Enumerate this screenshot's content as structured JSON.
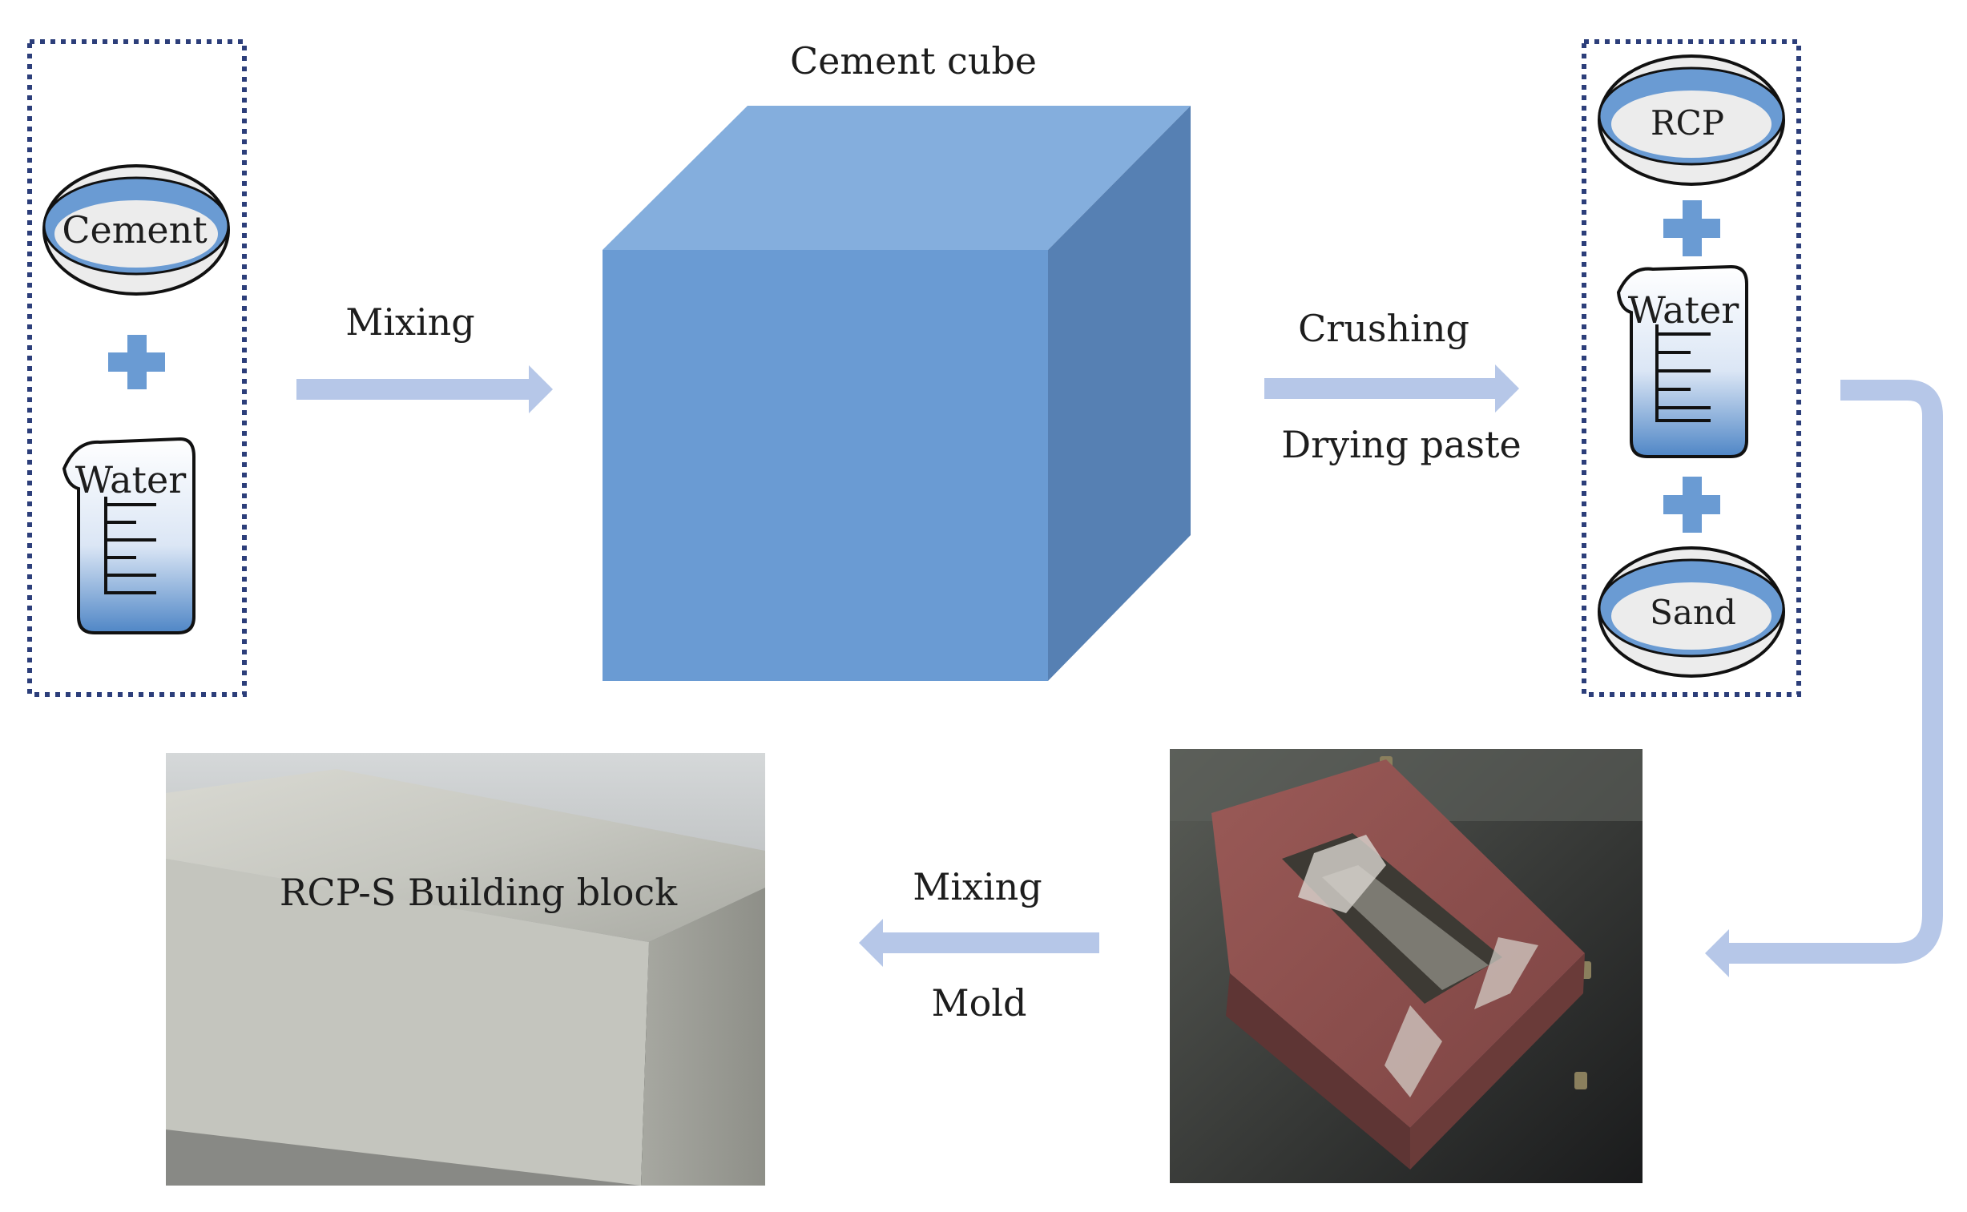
{
  "title": "Cement cube",
  "left_group": {
    "items": [
      "Cement",
      "Water"
    ]
  },
  "right_group": {
    "items": [
      "RCP",
      "Water",
      "Sand"
    ]
  },
  "arrows": {
    "mixing_top": "Mixing",
    "crushing": "Crushing",
    "drying": "Drying paste",
    "mixing_bottom": "Mixing",
    "mold": "Mold"
  },
  "photos": {
    "block_label": "RCP-S Building block"
  },
  "colors": {
    "cube_front": "#6a9bd3",
    "cube_top": "#84aedd",
    "cube_side": "#5680b3",
    "arrow": "#b6c7e8",
    "plus": "#6a9bd3",
    "dotted_border": "#2c3e7a"
  }
}
